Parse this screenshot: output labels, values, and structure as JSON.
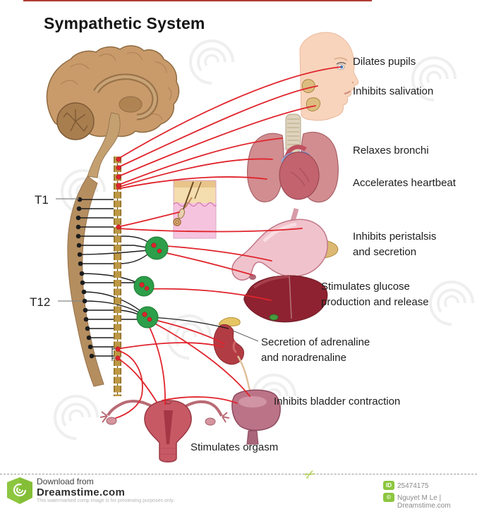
{
  "title": "Sympathetic System",
  "spine": {
    "t1": "T1",
    "t12": "T12"
  },
  "labels": {
    "dilates_pupils": "Dilates pupils",
    "inhibits_salivation": "Inhibits salivation",
    "relaxes_bronchi": "Relaxes bronchi",
    "accelerates_heartbeat": "Accelerates heartbeat",
    "inhibits_peristalsis": "Inhibits peristalsis\nand secretion",
    "stimulates_glucose": "Stimulates glucose\nproduction and release",
    "secretion_adrenaline": "Secretion of adrenaline\nand noradrenaline",
    "inhibits_bladder": "Inhibits bladder contraction",
    "stimulates_orgasm": "Stimulates orgasm"
  },
  "colors": {
    "nerve_red": "#e0242c",
    "ganglion_green": "#2d9e49",
    "brand_green": "#8dc63f"
  },
  "icons": {
    "scissors": "✂",
    "credit_badge": "©"
  },
  "footer": {
    "download_from": "Download from",
    "brand": "Dreamstime.com",
    "disclaimer": "This watermarked comp image is for previewing purposes only.",
    "id_badge_label": "ID",
    "image_id": "25474175",
    "credit": "Nguyet M Le  | Dreamstime.com"
  }
}
